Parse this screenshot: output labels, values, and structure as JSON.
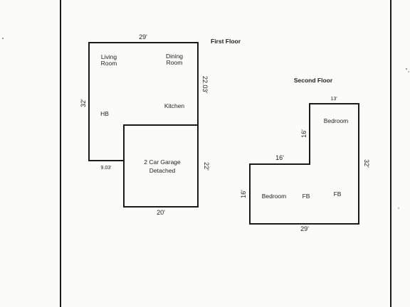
{
  "first_floor": {
    "heading": "First Floor",
    "rooms": {
      "living_room": [
        "Living",
        "Room"
      ],
      "dining_room": [
        "Dining",
        "Room"
      ],
      "half_bath": "HB",
      "kitchen": "Kitchen",
      "garage": [
        "2 Car Garage",
        "Detached"
      ]
    },
    "dimensions": {
      "top": "29'",
      "left": "32'",
      "right": "22.03'",
      "garage_right": "22'",
      "bottom_left": "9.03'",
      "garage_bottom": "20'"
    }
  },
  "second_floor": {
    "heading": "Second Floor",
    "rooms": {
      "bedroom_upper": "Bedroom",
      "bedroom_lower": "Bedroom",
      "full_bath_1": "FB",
      "full_bath_2": "FB"
    },
    "dimensions": {
      "top": "13'",
      "upper_left": "16'",
      "step": "16'",
      "right": "32'",
      "lower_left": "16'",
      "bottom": "29'"
    }
  }
}
